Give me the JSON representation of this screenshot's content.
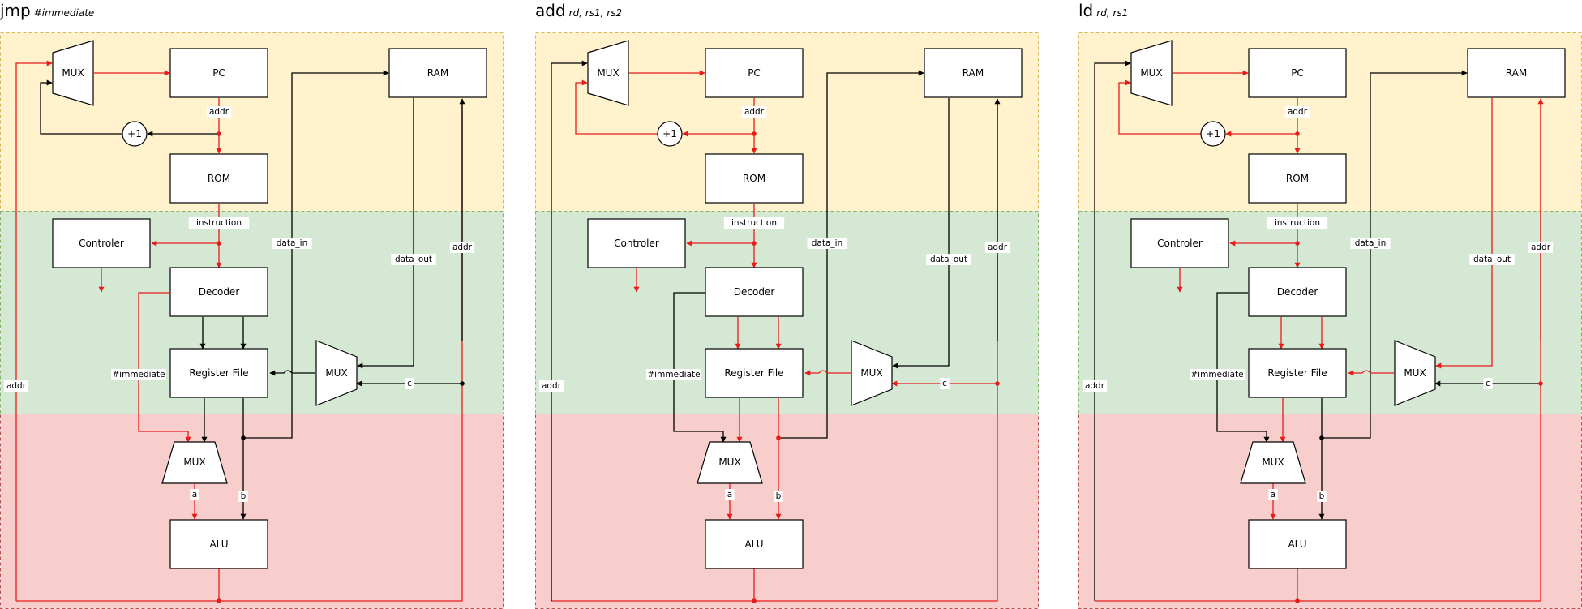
{
  "colors": {
    "active": "#e81b1b",
    "inactive": "#000000"
  },
  "blocks": {
    "mux": "MUX",
    "pc": "PC",
    "ram": "RAM",
    "inc": "+1",
    "rom": "ROM",
    "controller": "Controler",
    "decoder": "Decoder",
    "regfile": "Register File",
    "alu": "ALU"
  },
  "labels": {
    "addr": "addr",
    "instruction": "instruction",
    "data_in": "data_in",
    "data_out": "data_out",
    "immediate": "#immediate",
    "a": "a",
    "b": "b",
    "c": "c"
  },
  "panels": [
    {
      "id": "jmp",
      "title": "jmp",
      "args": "#immediate",
      "active": {
        "pcmux_out": true,
        "pcmux_in_inc": false,
        "pcmux_in_alu": true,
        "pc_addr": true,
        "inc_path": false,
        "pc_to_rom": true,
        "instruction": true,
        "to_controller": true,
        "ctrl_out": true,
        "to_decoder": true,
        "dec_to_rf": false,
        "immediate": true,
        "rf_a": false,
        "rf_b": false,
        "alumux_out": true,
        "alu_out": true,
        "ram_addr": false,
        "data_in": false,
        "data_out": false,
        "c_bus": false,
        "wbmux_out": false
      }
    },
    {
      "id": "add",
      "title": "add",
      "args": "rd, rs1, rs2",
      "active": {
        "pcmux_out": true,
        "pcmux_in_inc": true,
        "pcmux_in_alu": false,
        "pc_addr": true,
        "inc_path": true,
        "pc_to_rom": true,
        "instruction": true,
        "to_controller": true,
        "ctrl_out": true,
        "to_decoder": true,
        "dec_to_rf": true,
        "immediate": false,
        "rf_a": true,
        "rf_b": true,
        "alumux_out": true,
        "alu_out": true,
        "ram_addr": false,
        "data_in": false,
        "data_out": false,
        "c_bus": true,
        "wbmux_out": true
      }
    },
    {
      "id": "ld",
      "title": "ld",
      "args": "rd, rs1",
      "active": {
        "pcmux_out": true,
        "pcmux_in_inc": true,
        "pcmux_in_alu": false,
        "pc_addr": true,
        "inc_path": true,
        "pc_to_rom": true,
        "instruction": true,
        "to_controller": true,
        "ctrl_out": true,
        "to_decoder": true,
        "dec_to_rf": true,
        "immediate": false,
        "rf_a": true,
        "rf_b": false,
        "alumux_out": true,
        "alu_out": true,
        "ram_addr": true,
        "data_in": false,
        "data_out": true,
        "c_bus": false,
        "wbmux_out": true
      }
    }
  ]
}
